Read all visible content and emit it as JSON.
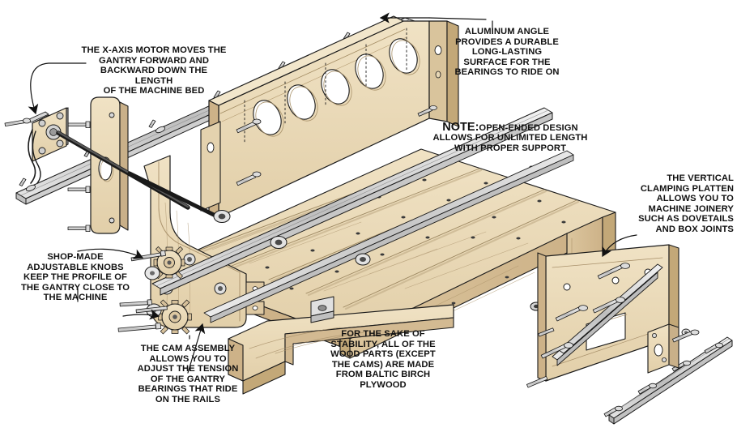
{
  "figure": {
    "title": "CNC Router Machine Exploded Assembly Diagram",
    "background_color": "#ffffff",
    "wood_color": "#e8d7b4",
    "wood_shade_color": "#d6c098",
    "wood_dark_color": "#c3a878",
    "metal_color": "#d9d9d9",
    "metal_shade_color": "#b8b8b8",
    "line_color": "#1a1a1a",
    "text_color": "#111111"
  },
  "callouts": [
    {
      "id": "x-axis-motor",
      "text": "THE X-AXIS MOTOR MOVES THE\nGANTRY FORWARD AND\nBACKWARD DOWN THE LENGTH\nOF THE MACHINE BED",
      "align": "center"
    },
    {
      "id": "aluminum-angle",
      "text": "ALUMINUM ANGLE\nPROVIDES A DURABLE\nLONG-LASTING\nSURFACE FOR THE\nBEARINGS TO RIDE ON",
      "align": "center"
    },
    {
      "id": "open-ended-note",
      "note_label": "NOTE:",
      "text": "OPEN-ENDED DESIGN\nALLOWS FOR UNLIMITED LENGTH\nWITH PROPER SUPPORT",
      "align": "center"
    },
    {
      "id": "vertical-clamping-platten",
      "text": "THE VERTICAL\nCLAMPING PLATTEN\nALLOWS YOU TO\nMACHINE JOINERY\nSUCH AS DOVETAILS\nAND BOX JOINTS",
      "align": "right"
    },
    {
      "id": "shop-made-knobs",
      "text": "SHOP-MADE\nADJUSTABLE KNOBS\nKEEP THE PROFILE OF\nTHE GANTRY CLOSE TO\nTHE MACHINE",
      "align": "center"
    },
    {
      "id": "cam-assembly",
      "text": "THE CAM ASSEMBLY\nALLOWS YOU TO\nADJUST THE TENSION\nOF THE GANTRY\nBEARINGS THAT RIDE\nON THE RAILS",
      "align": "center"
    },
    {
      "id": "baltic-birch",
      "text": "FOR THE SAKE OF\nSTABILITY, ALL OF THE\nWOOD PARTS (EXCEPT\nTHE CAMS) ARE MADE\nFROM BALTIC BIRCH\nPLYWOOD",
      "align": "center"
    }
  ],
  "parts": [
    {
      "name": "aluminum-angle-rail-top",
      "material": "aluminum"
    },
    {
      "name": "back-gantry-rail-board",
      "material": "baltic-birch-plywood",
      "holes": 5
    },
    {
      "name": "machine-bed-slats",
      "material": "baltic-birch-plywood"
    },
    {
      "name": "stepper-motor",
      "material": "metal"
    },
    {
      "name": "motor-mount-plate",
      "material": "baltic-birch-plywood"
    },
    {
      "name": "lead-screw-shaft",
      "material": "steel"
    },
    {
      "name": "gantry-side-plate",
      "material": "baltic-birch-plywood"
    },
    {
      "name": "cam-knob",
      "material": "hardwood"
    },
    {
      "name": "knurled-adjustable-knob",
      "material": "hardwood"
    },
    {
      "name": "gantry-bearing",
      "material": "steel"
    },
    {
      "name": "vertical-clamping-platten",
      "material": "baltic-birch-plywood"
    },
    {
      "name": "aluminum-angle-rail-lower-right",
      "material": "aluminum"
    },
    {
      "name": "machine-foot-leg",
      "material": "baltic-birch-plywood"
    },
    {
      "name": "mounting-bracket",
      "material": "metal"
    }
  ]
}
